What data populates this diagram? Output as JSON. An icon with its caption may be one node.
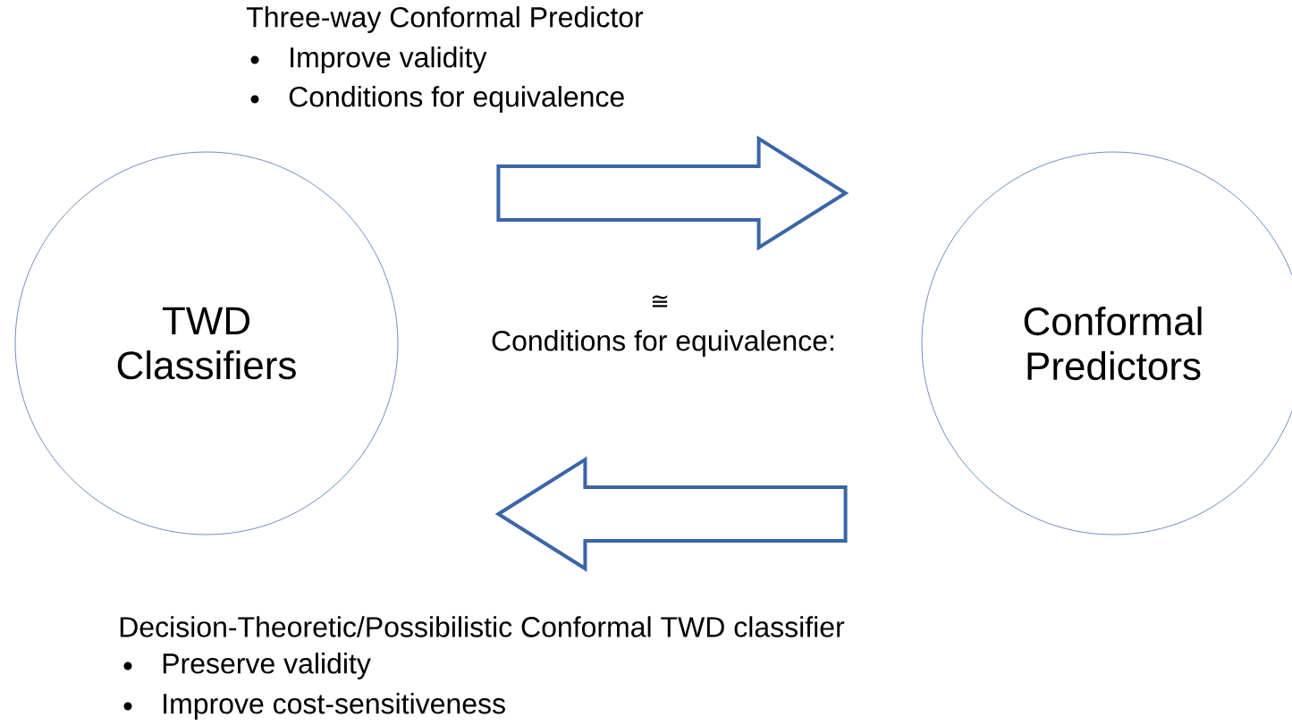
{
  "diagram": {
    "nodes": [
      {
        "text": [
          "TWD Classifiers"
        ]
      },
      {
        "text": [
          "Conformal Predictors"
        ]
      }
    ],
    "edges": [
      {
        "from": 0,
        "to": 1,
        "arrow": "to"
      },
      {
        "from": 1,
        "to": 0,
        "arrow": "to"
      }
    ],
    "labels": [
      "Three-way Conformal Predictor",
      "Improve validity",
      "Conditions for equivalence",
      "≅",
      "Conditions for equivalence:",
      "Decision-Theoretic/Possibilistic Conformal TWD classifier",
      "Preserve validity",
      "Improve cost-sensitiveness"
    ]
  }
}
